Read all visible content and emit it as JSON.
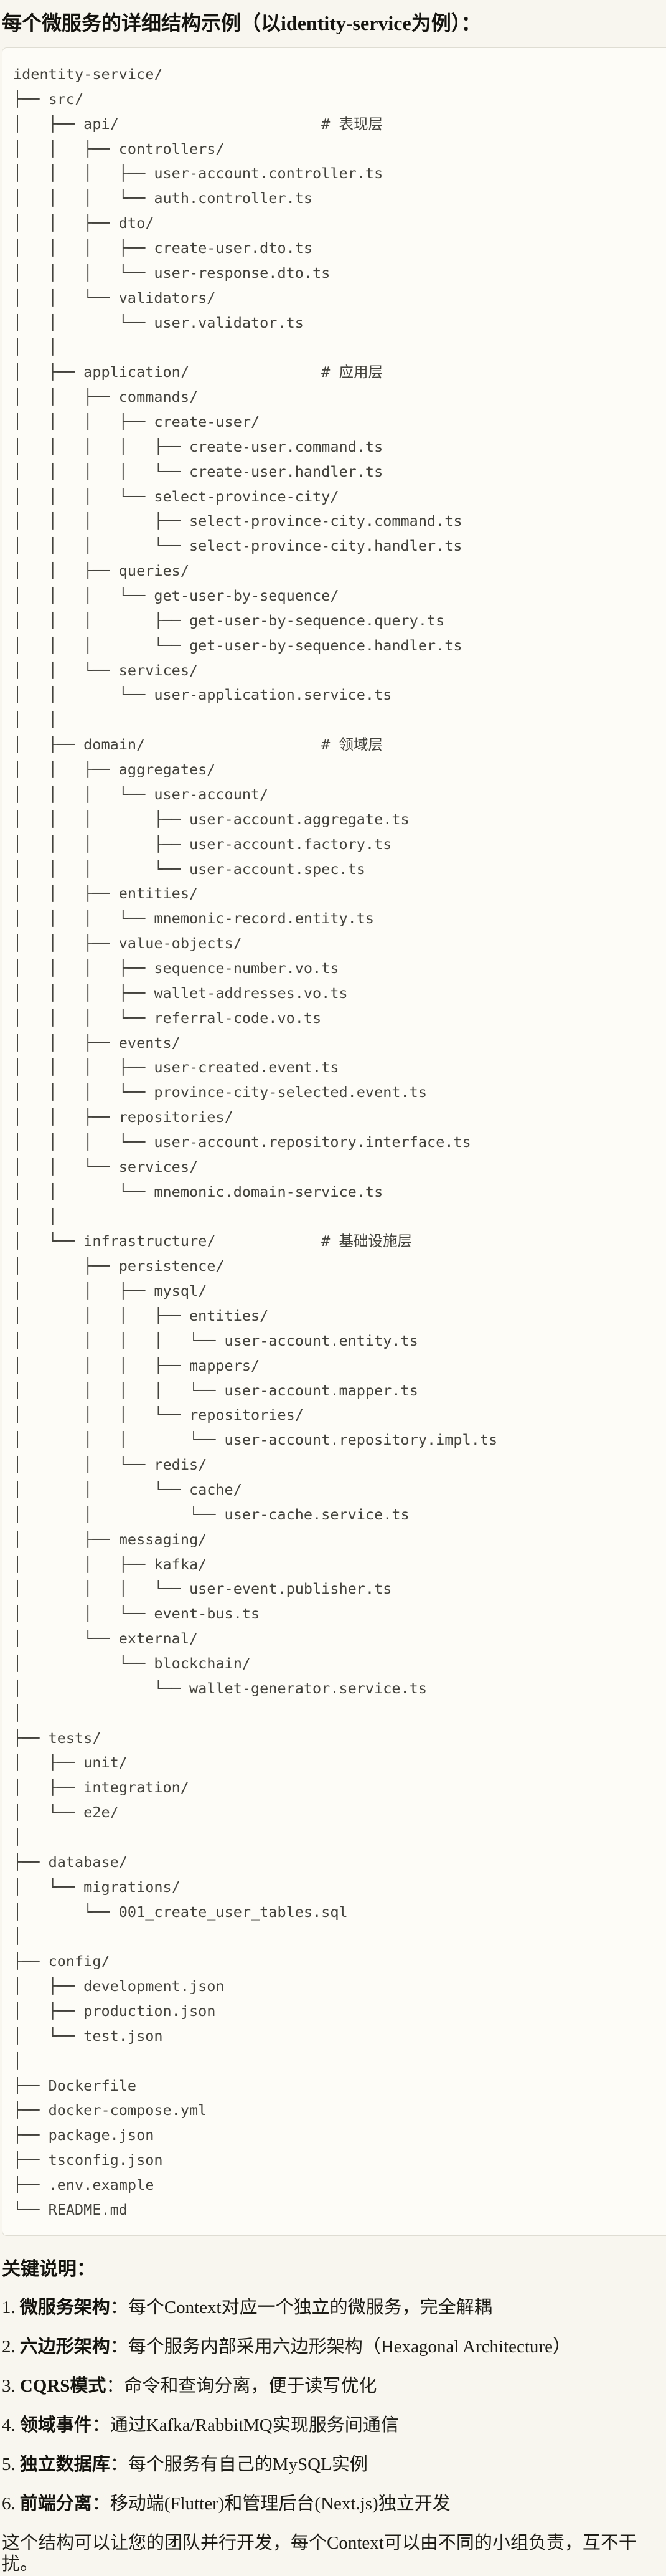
{
  "header": {
    "title": "每个微服务的详细结构示例（以identity-service为例）："
  },
  "code_block": {
    "language": "plaintext-directory-tree",
    "tree_lines": [
      "identity-service/",
      "├── src/",
      "│   ├── api/                       # 表现层",
      "│   │   ├── controllers/",
      "│   │   │   ├── user-account.controller.ts",
      "│   │   │   └── auth.controller.ts",
      "│   │   ├── dto/",
      "│   │   │   ├── create-user.dto.ts",
      "│   │   │   └── user-response.dto.ts",
      "│   │   └── validators/",
      "│   │       └── user.validator.ts",
      "│   │",
      "│   ├── application/               # 应用层",
      "│   │   ├── commands/",
      "│   │   │   ├── create-user/",
      "│   │   │   │   ├── create-user.command.ts",
      "│   │   │   │   └── create-user.handler.ts",
      "│   │   │   └── select-province-city/",
      "│   │   │       ├── select-province-city.command.ts",
      "│   │   │       └── select-province-city.handler.ts",
      "│   │   ├── queries/",
      "│   │   │   └── get-user-by-sequence/",
      "│   │   │       ├── get-user-by-sequence.query.ts",
      "│   │   │       └── get-user-by-sequence.handler.ts",
      "│   │   └── services/",
      "│   │       └── user-application.service.ts",
      "│   │",
      "│   ├── domain/                    # 领域层",
      "│   │   ├── aggregates/",
      "│   │   │   └── user-account/",
      "│   │   │       ├── user-account.aggregate.ts",
      "│   │   │       ├── user-account.factory.ts",
      "│   │   │       └── user-account.spec.ts",
      "│   │   ├── entities/",
      "│   │   │   └── mnemonic-record.entity.ts",
      "│   │   ├── value-objects/",
      "│   │   │   ├── sequence-number.vo.ts",
      "│   │   │   ├── wallet-addresses.vo.ts",
      "│   │   │   └── referral-code.vo.ts",
      "│   │   ├── events/",
      "│   │   │   ├── user-created.event.ts",
      "│   │   │   └── province-city-selected.event.ts",
      "│   │   ├── repositories/",
      "│   │   │   └── user-account.repository.interface.ts",
      "│   │   └── services/",
      "│   │       └── mnemonic.domain-service.ts",
      "│   │",
      "│   └── infrastructure/            # 基础设施层",
      "│       ├── persistence/",
      "│       │   ├── mysql/",
      "│       │   │   ├── entities/",
      "│       │   │   │   └── user-account.entity.ts",
      "│       │   │   ├── mappers/",
      "│       │   │   │   └── user-account.mapper.ts",
      "│       │   │   └── repositories/",
      "│       │   │       └── user-account.repository.impl.ts",
      "│       │   └── redis/",
      "│       │       └── cache/",
      "│       │           └── user-cache.service.ts",
      "│       ├── messaging/",
      "│       │   ├── kafka/",
      "│       │   │   └── user-event.publisher.ts",
      "│       │   └── event-bus.ts",
      "│       └── external/",
      "│           └── blockchain/",
      "│               └── wallet-generator.service.ts",
      "│",
      "├── tests/",
      "│   ├── unit/",
      "│   ├── integration/",
      "│   └── e2e/",
      "│",
      "├── database/",
      "│   └── migrations/",
      "│       └── 001_create_user_tables.sql",
      "│",
      "├── config/",
      "│   ├── development.json",
      "│   ├── production.json",
      "│   └── test.json",
      "│",
      "├── Dockerfile",
      "├── docker-compose.yml",
      "├── package.json",
      "├── tsconfig.json",
      "├── .env.example",
      "└── README.md"
    ]
  },
  "notes": {
    "heading": "关键说明：",
    "items": [
      {
        "num": "1.",
        "label": "微服务架构",
        "rest": "：每个Context对应一个独立的微服务，完全解耦"
      },
      {
        "num": "2.",
        "label": "六边形架构",
        "rest": "：每个服务内部采用六边形架构（Hexagonal Architecture）"
      },
      {
        "num": "3.",
        "label": "CQRS模式",
        "rest": "：命令和查询分离，便于读写优化"
      },
      {
        "num": "4.",
        "label": "领域事件",
        "rest": "：通过Kafka/RabbitMQ实现服务间通信"
      },
      {
        "num": "5.",
        "label": "独立数据库",
        "rest": "：每个服务有自己的MySQL实例"
      },
      {
        "num": "6.",
        "label": "前端分离",
        "rest": "：移动端(Flutter)和管理后台(Next.js)独立开发"
      }
    ],
    "footer": "这个结构可以让您的团队并行开发，每个Context可以由不同的小组负责，互不干扰。"
  }
}
